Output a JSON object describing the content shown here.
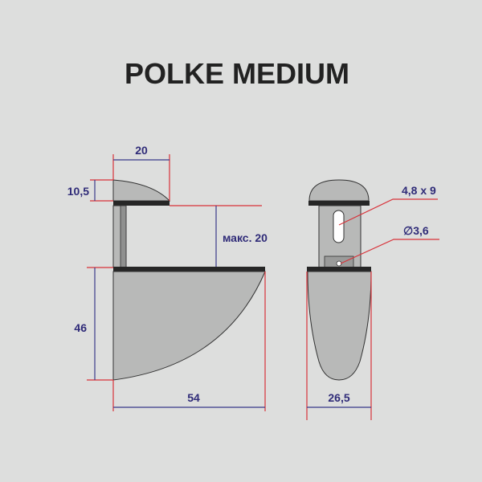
{
  "title": "POLKE MEDIUM",
  "side_view": {
    "dim_top_width": "20",
    "dim_cap_height": "10,5",
    "dim_gap": "макс. 20",
    "dim_body_height": "46",
    "dim_depth": "54"
  },
  "front_view": {
    "slot_label": "4,8 x 9",
    "hole_label": "∅3,6",
    "dim_width": "26,5"
  },
  "colors": {
    "background": "#dddedd",
    "dimension_text": "#2f2b78",
    "extension_line": "#d8333a"
  }
}
